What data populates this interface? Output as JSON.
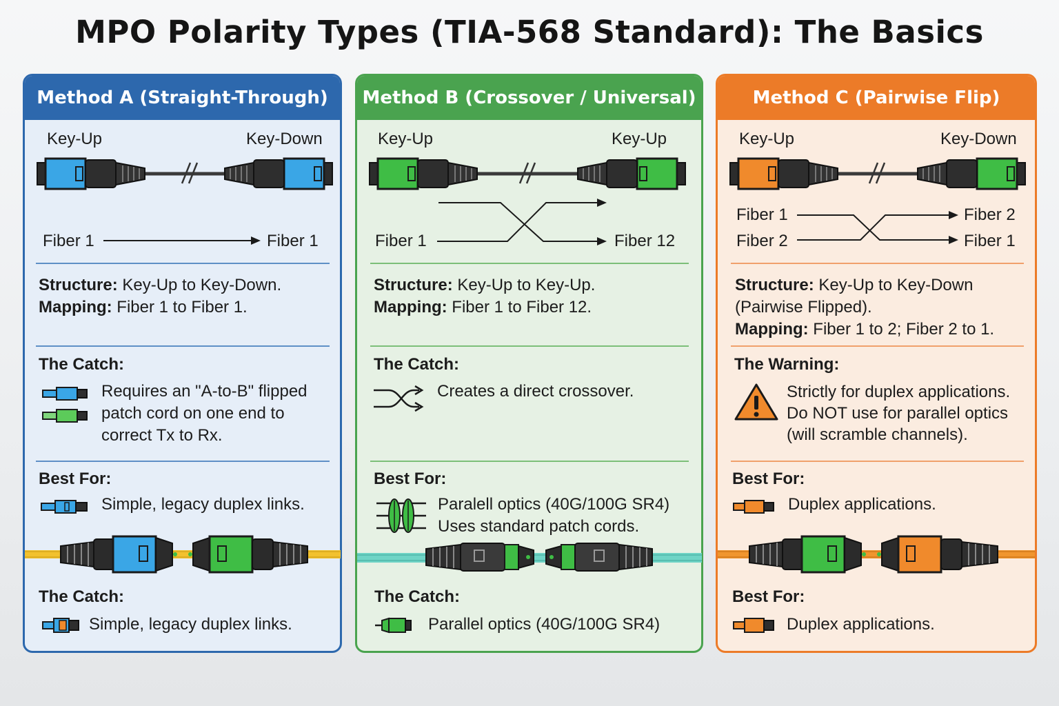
{
  "title": "MPO Polarity Types (TIA-568 Standard): The Basics",
  "colors": {
    "method_a": "#2d68ad",
    "method_b": "#4aa34f",
    "method_c": "#ec7b28",
    "connector_blue": "#3aa6e6",
    "connector_green": "#3fbd45",
    "connector_orange": "#f08a2c"
  },
  "methods": [
    {
      "header": "Method A (Straight-Through)",
      "left_key": "Key-Up",
      "right_key": "Key-Down",
      "map_left": "Fiber 1",
      "map_right": "Fiber 1",
      "structure_label": "Structure:",
      "structure_text": " Key-Up to Key-Down.",
      "mapping_label": "Mapping:",
      "mapping_text": " Fiber 1 to Fiber 1.",
      "catch_title": "The Catch:",
      "catch_text": [
        "Requires an \"A-to-B\" flipped",
        "patch cord on one end to",
        "correct Tx to Rx."
      ],
      "best_title": "Best For:",
      "best_text": "Simple, legacy duplex links.",
      "bottom_title": "The Catch:",
      "bottom_text": "Simple, legacy duplex links."
    },
    {
      "header": "Method B (Crossover / Universal)",
      "left_key": "Key-Up",
      "right_key": "Key-Up",
      "map_left": "Fiber 1",
      "map_right": "Fiber 12",
      "structure_label": "Structure:",
      "structure_text": " Key-Up to Key-Up.",
      "mapping_label": "Mapping:",
      "mapping_text": " Fiber 1 to Fiber 12.",
      "catch_title": "The Catch:",
      "catch_text": [
        "Creates a direct crossover."
      ],
      "best_title": "Best For:",
      "best_text": [
        "Paralell optics (40G/100G SR4)",
        "Uses standard patch cords."
      ],
      "bottom_title": "The Catch:",
      "bottom_text": "Parallel optics (40G/100G SR4)"
    },
    {
      "header": "Method C (Pairwise Flip)",
      "left_key": "Key-Up",
      "right_key": "Key-Down",
      "map_left": [
        "Fiber 1",
        "Fiber 2"
      ],
      "map_right": [
        "Fiber 2",
        "Fiber 1"
      ],
      "structure_label": "Structure:",
      "structure_text": [
        " Key-Up to Key-Down",
        "(Pairwise Flipped)."
      ],
      "mapping_label": "Mapping:",
      "mapping_text": " Fiber 1 to 2; Fiber 2 to 1.",
      "warning_title": "The Warning:",
      "warning_text": [
        "Strictly for duplex applications.",
        "Do NOT use for parallel optics",
        "(will scramble channels)."
      ],
      "best_title": "Best For:",
      "best_text": "Duplex applications.",
      "bottom_title": "Best For:",
      "bottom_text": "Duplex applications."
    }
  ]
}
